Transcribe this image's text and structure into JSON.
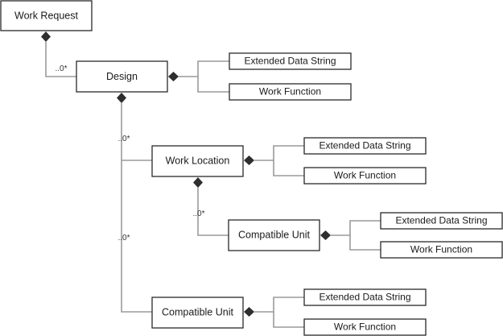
{
  "diagram": {
    "type": "UML composition hierarchy",
    "nodes": {
      "work_request": "Work Request",
      "design": "Design",
      "design_eds": "Extended Data String",
      "design_wf": "Work Function",
      "work_location": "Work Location",
      "wl_eds": "Extended Data String",
      "wl_wf": "Work Function",
      "cu1": "Compatible Unit",
      "cu1_eds": "Extended Data String",
      "cu1_wf": "Work Function",
      "cu2": "Compatible Unit",
      "cu2_eds": "Extended Data String",
      "cu2_wf": "Work Function"
    },
    "multiplicities": {
      "work_request_design": "..0*",
      "design_work_location": "..0*",
      "work_location_cu": "..0*",
      "design_cu": "..0*"
    },
    "relationships": [
      {
        "from": "Work Request",
        "to": "Design",
        "kind": "composition",
        "multiplicity": "..0*"
      },
      {
        "from": "Design",
        "to": "Extended Data String",
        "kind": "composition"
      },
      {
        "from": "Design",
        "to": "Work Function",
        "kind": "composition"
      },
      {
        "from": "Design",
        "to": "Work Location",
        "kind": "composition",
        "multiplicity": "..0*"
      },
      {
        "from": "Design",
        "to": "Compatible Unit",
        "kind": "composition",
        "multiplicity": "..0*"
      },
      {
        "from": "Work Location",
        "to": "Extended Data String",
        "kind": "composition"
      },
      {
        "from": "Work Location",
        "to": "Work Function",
        "kind": "composition"
      },
      {
        "from": "Work Location",
        "to": "Compatible Unit",
        "kind": "composition",
        "multiplicity": "..0*"
      },
      {
        "from": "Compatible Unit",
        "to": "Extended Data String",
        "kind": "composition"
      },
      {
        "from": "Compatible Unit",
        "to": "Work Function",
        "kind": "composition"
      }
    ],
    "colors": {
      "connector": "#9a9a9a",
      "diamond": "#2e2e2e",
      "box_border": "#2a2a2a"
    }
  }
}
